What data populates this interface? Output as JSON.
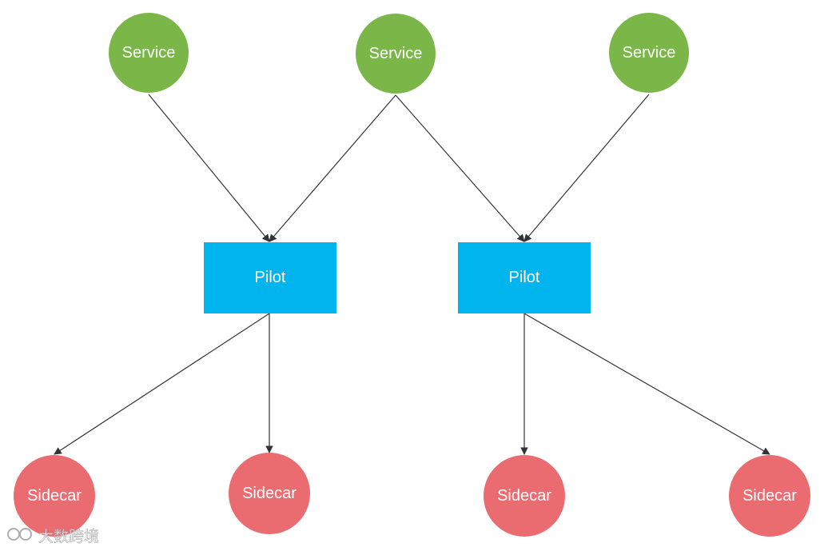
{
  "colors": {
    "service": "#7ab648",
    "pilot": "#00b4ee",
    "sidecar": "#ea6b70",
    "edge": "#333333"
  },
  "diagram": {
    "services": [
      {
        "label": "Service"
      },
      {
        "label": "Service"
      },
      {
        "label": "Service"
      }
    ],
    "pilots": [
      {
        "label": "Pilot"
      },
      {
        "label": "Pilot"
      }
    ],
    "sidecars": [
      {
        "label": "Sidecar"
      },
      {
        "label": "Sidecar"
      },
      {
        "label": "Sidecar"
      },
      {
        "label": "Sidecar"
      }
    ],
    "edges": [
      {
        "from": "services.0",
        "to": "pilots.0"
      },
      {
        "from": "services.1",
        "to": "pilots.0"
      },
      {
        "from": "services.1",
        "to": "pilots.1"
      },
      {
        "from": "services.2",
        "to": "pilots.1"
      },
      {
        "from": "pilots.0",
        "to": "sidecars.0"
      },
      {
        "from": "pilots.0",
        "to": "sidecars.1"
      },
      {
        "from": "pilots.1",
        "to": "sidecars.2"
      },
      {
        "from": "pilots.1",
        "to": "sidecars.3"
      }
    ]
  },
  "watermark": {
    "text": "大数跨境"
  }
}
